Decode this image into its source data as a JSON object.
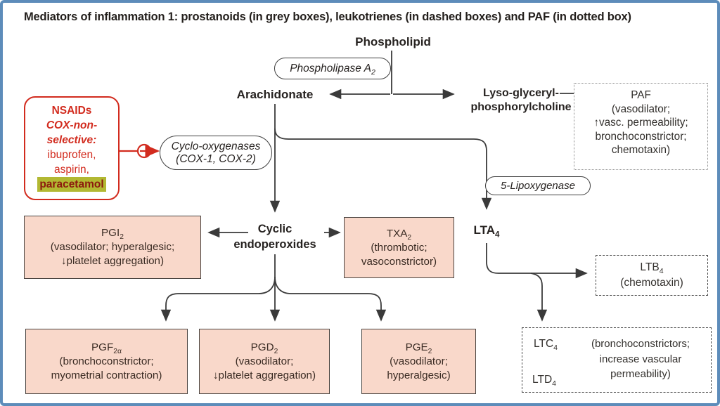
{
  "title": "Mediators of inflammation 1: prostanoids (in grey boxes), leukotrienes (in dashed boxes) and PAF (in dotted box)",
  "colors": {
    "frame_blue": "#5d8cba",
    "prostanoid_box_fill": "#f9d8ca",
    "inhibitor_red": "#d22b1e",
    "paracetamol_highlight": "#b2b832",
    "paracetamol_text": "#8c1a0e"
  },
  "nodes": {
    "phospholipid": {
      "label": "Phospholipid"
    },
    "phospholipase": {
      "base": "Phospholipase A",
      "sub": "2"
    },
    "arachidonate": {
      "label": "Arachidonate"
    },
    "lyso": {
      "line1": "Lyso-glyceryl-",
      "line2": "phosphorylcholine"
    },
    "paf": {
      "title": "PAF",
      "lines": [
        "(vasodilator;",
        "↑vasc. permeability;",
        "bronchoconstrictor;",
        "chemotaxin)"
      ]
    },
    "nsaids": {
      "title": "NSAIDs",
      "subtitle_line1": "COX-non-",
      "subtitle_line2": "selective:",
      "drugs": [
        "ibuprofen,",
        "aspirin,"
      ],
      "highlighted_drug": "paracetamol"
    },
    "cox": {
      "line1": "Cyclo-oxygenases",
      "line2": "(COX-1, COX-2)"
    },
    "lipoxygenase": {
      "label": "5-Lipoxygenase"
    },
    "cyclic": {
      "line1": "Cyclic",
      "line2": "endoperoxides"
    },
    "pgi2": {
      "base": "PGI",
      "sub": "2",
      "lines": [
        "(vasodilator; hyperalgesic;",
        "↓platelet aggregation)"
      ]
    },
    "txa2": {
      "base": "TXA",
      "sub": "2",
      "lines": [
        "(thrombotic;",
        "vasoconstrictor)"
      ]
    },
    "lta4": {
      "base": "LTA",
      "sub": "4"
    },
    "ltb4": {
      "base": "LTB",
      "sub": "4",
      "desc": "(chemotaxin)"
    },
    "pgf2a": {
      "base": "PGF",
      "sub": "2α",
      "lines": [
        "(bronchoconstrictor;",
        "myometrial contraction)"
      ]
    },
    "pgd2": {
      "base": "PGD",
      "sub": "2",
      "lines": [
        "(vasodilator;",
        "↓platelet aggregation)"
      ]
    },
    "pge2": {
      "base": "PGE",
      "sub": "2",
      "lines": [
        "(vasodilator;",
        "hyperalgesic)"
      ]
    },
    "ltc4": {
      "base": "LTC",
      "sub": "4"
    },
    "ltd4": {
      "base": "LTD",
      "sub": "4"
    },
    "ltcd_desc": {
      "lines": [
        "(bronchoconstrictors;",
        "increase vascular",
        "permeability)"
      ]
    }
  }
}
